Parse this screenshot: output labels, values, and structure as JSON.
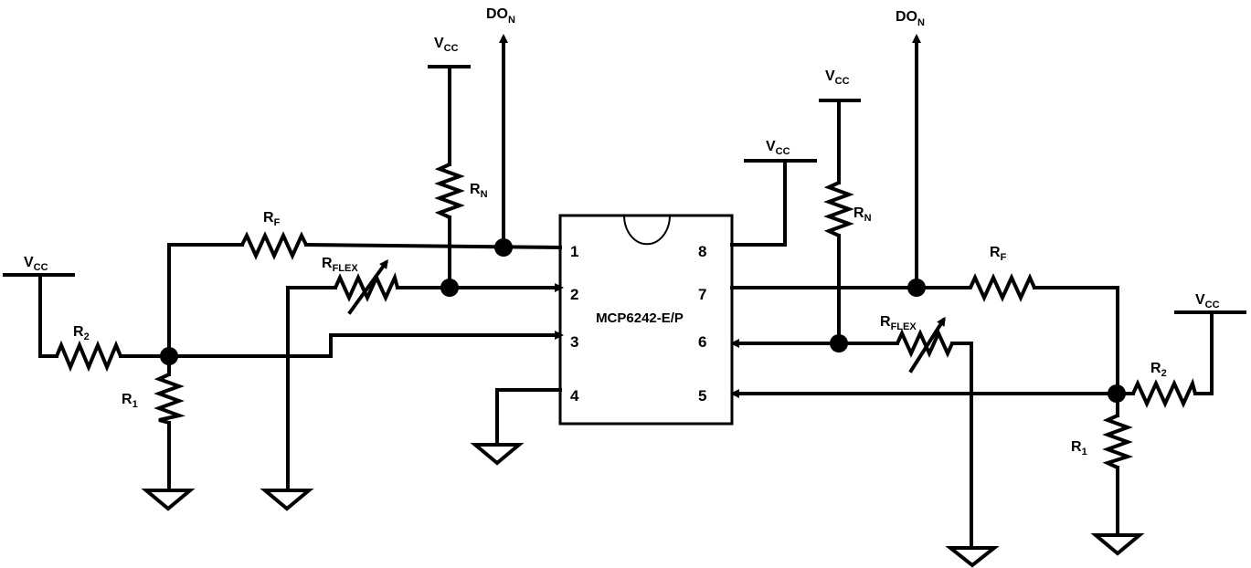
{
  "chip": {
    "name": "MCP6242-E/P",
    "pins": {
      "p1": "1",
      "p2": "2",
      "p3": "3",
      "p4": "4",
      "p5": "5",
      "p6": "6",
      "p7": "7",
      "p8": "8"
    }
  },
  "labels": {
    "vcc_main": "V",
    "vcc_sub": "CC",
    "don_main": "DO",
    "don_sub": "N",
    "rn_main": "R",
    "rn_sub": "N",
    "rf_main": "R",
    "rf_sub": "F",
    "rflex_main": "R",
    "rflex_sub": "FLEX",
    "r1_main": "R",
    "r1_sub": "1",
    "r2_main": "R",
    "r2_sub": "2"
  }
}
